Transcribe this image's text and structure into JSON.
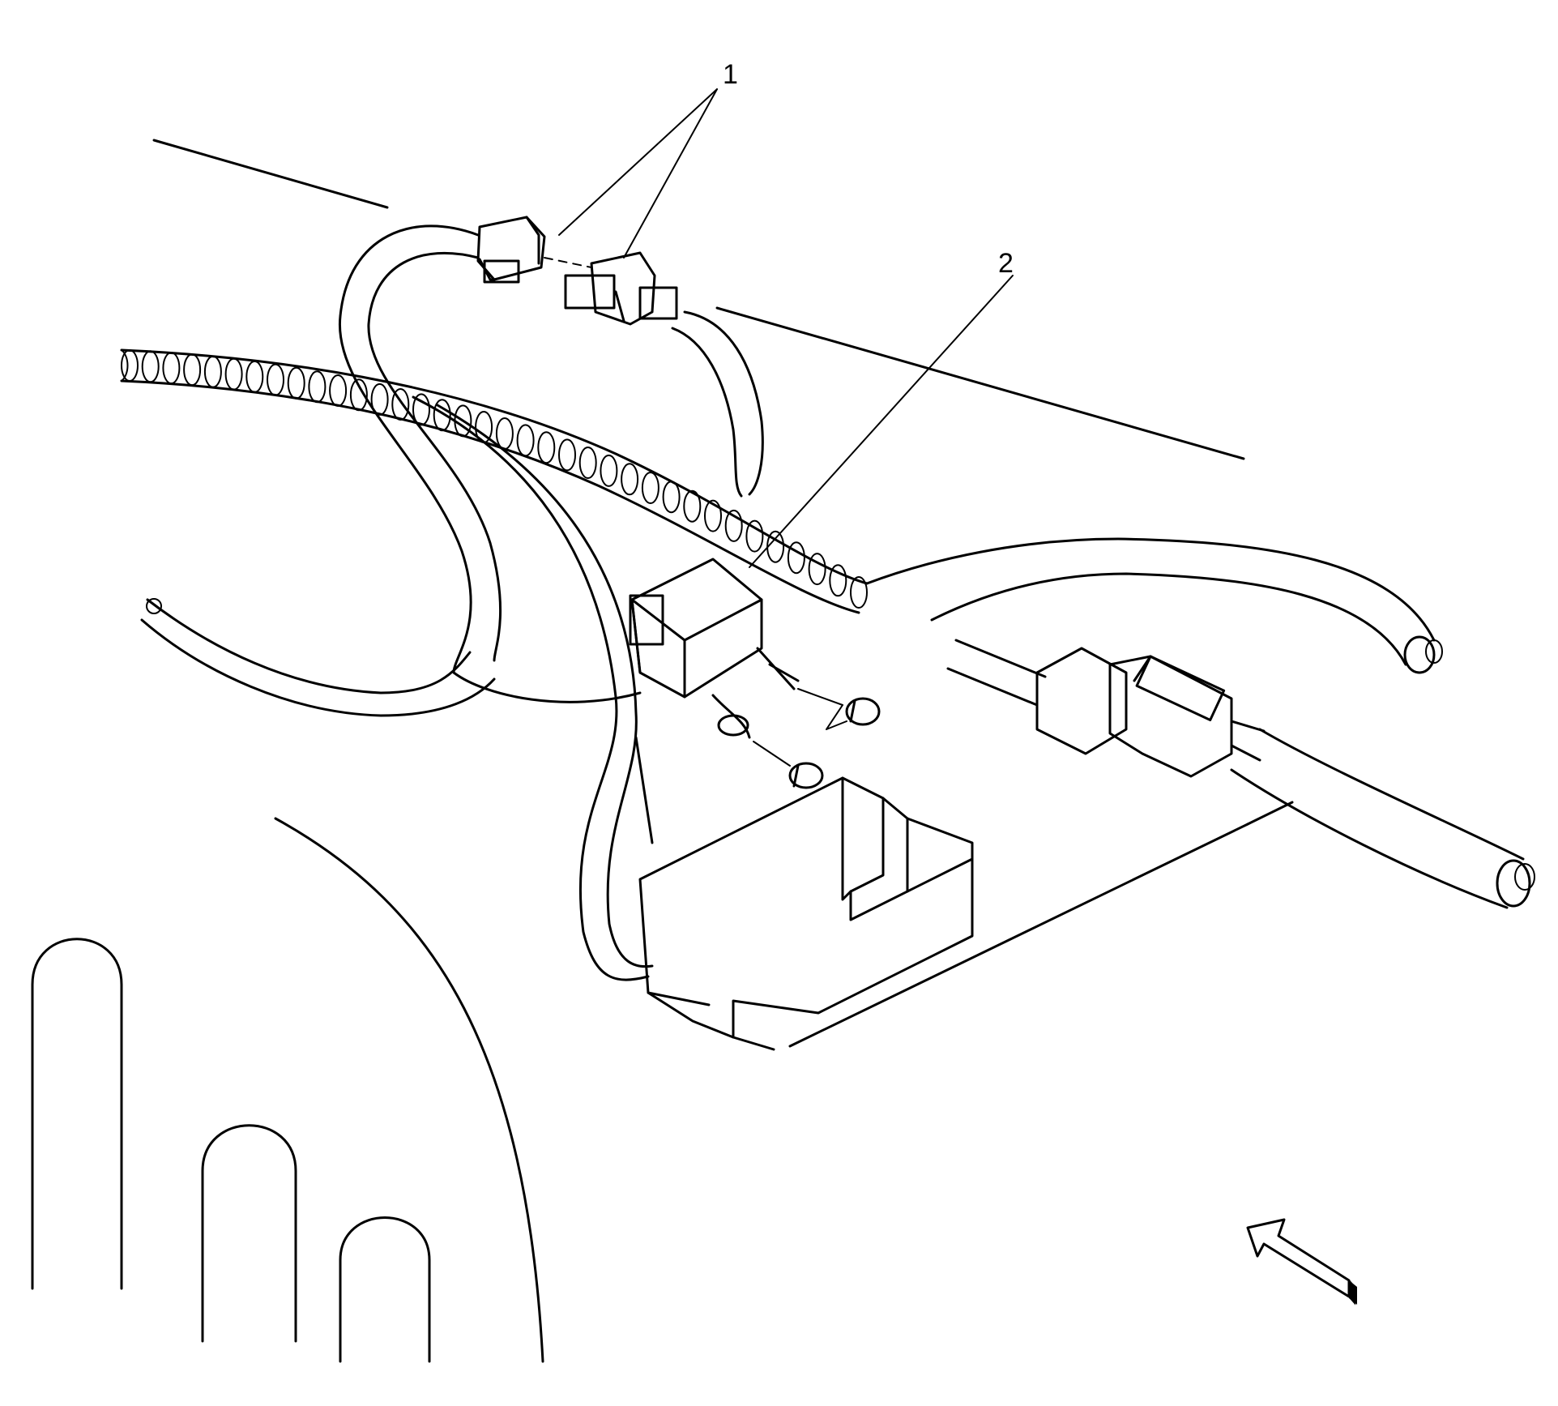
{
  "callouts": [
    {
      "id": "1",
      "label": "1"
    },
    {
      "id": "2",
      "label": "2"
    }
  ],
  "icons": {
    "view_direction": "view-arrow-icon"
  },
  "colors": {
    "line": "#000000",
    "background": "#ffffff"
  }
}
